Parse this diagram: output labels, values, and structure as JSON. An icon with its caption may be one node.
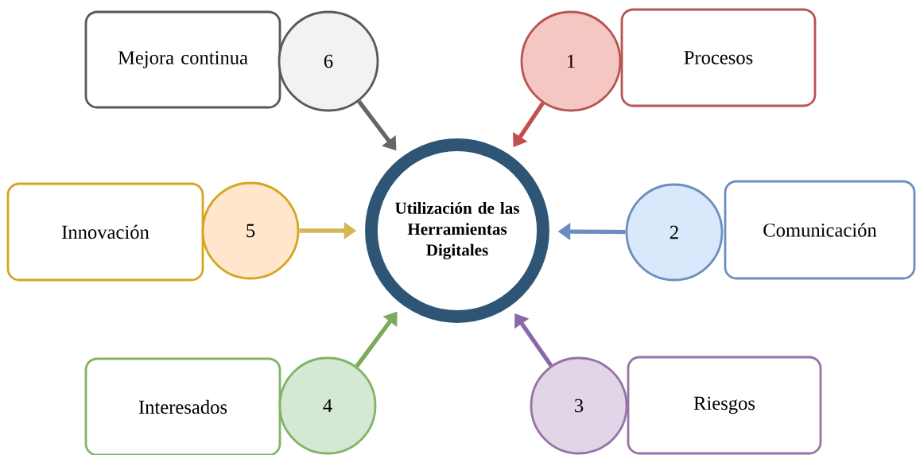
{
  "diagram": {
    "nodes": [
      {
        "text": [
          "Mejora continua"
        ]
      },
      {
        "text": [
          "6"
        ]
      },
      {
        "text": [
          "1"
        ]
      },
      {
        "text": [
          "Procesos"
        ]
      },
      {
        "text": [
          "Innovación"
        ]
      },
      {
        "text": [
          "5"
        ]
      },
      {
        "text": [
          "Utilización de las Herramientas Digitales"
        ]
      },
      {
        "text": [
          "2"
        ]
      },
      {
        "text": [
          "Comunicación"
        ]
      },
      {
        "text": [
          "Interesados"
        ]
      },
      {
        "text": [
          "4"
        ]
      },
      {
        "text": [
          "3"
        ]
      },
      {
        "text": [
          "Riesgos"
        ]
      }
    ],
    "edges": [
      {
        "from": 1,
        "to": 6,
        "arrow": "to",
        "color": "#666666"
      },
      {
        "from": 2,
        "to": 6,
        "arrow": "to",
        "color": "#c0504d"
      },
      {
        "from": 7,
        "to": 6,
        "arrow": "to",
        "color": "#6c8ebf"
      },
      {
        "from": 11,
        "to": 6,
        "arrow": "to",
        "color": "#8a68a8"
      },
      {
        "from": 10,
        "to": 6,
        "arrow": "to",
        "color": "#7aab5a"
      },
      {
        "from": 5,
        "to": 6,
        "arrow": "to",
        "color": "#d6b656"
      }
    ]
  }
}
